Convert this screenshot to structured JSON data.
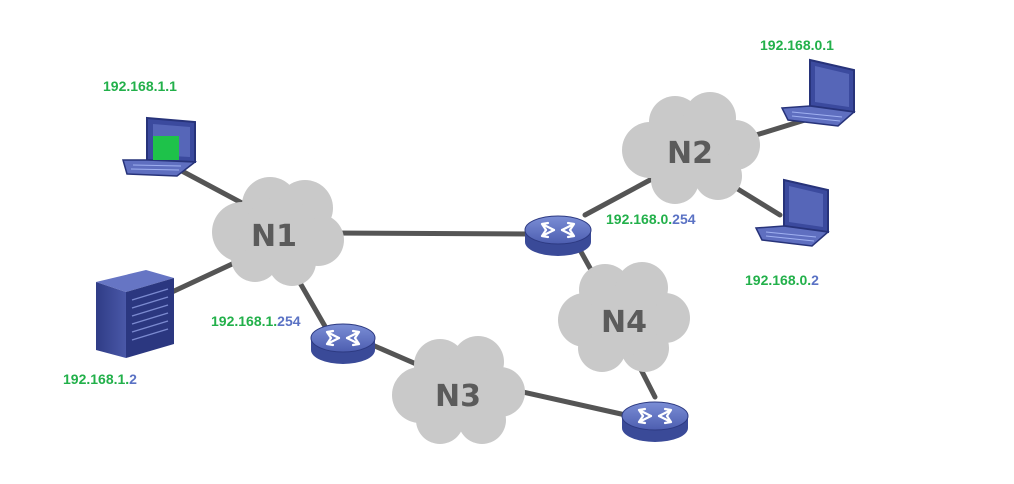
{
  "clouds": {
    "n1": "N1",
    "n2": "N2",
    "n3": "N3",
    "n4": "N4"
  },
  "addresses": {
    "laptop_n1": {
      "net": "192.168.1.",
      "host": "1"
    },
    "server_n1": {
      "net": "192.168.1.",
      "host": "2"
    },
    "router_n1": {
      "net": "192.168.1.",
      "host": "254"
    },
    "router_n2": {
      "net": "192.168.0.",
      "host": "254"
    },
    "laptop_n2_top": {
      "net": "192.168.0.",
      "host": "1"
    },
    "laptop_n2_bottom": {
      "net": "192.168.0.",
      "host": "2"
    }
  },
  "colors": {
    "network_part": "#22b04a",
    "host_part": "#5a72c4",
    "selected_marker": "#1ec24a",
    "cloud": "#c9c9c9",
    "link": "#555555",
    "device": "#4a5aa8"
  }
}
